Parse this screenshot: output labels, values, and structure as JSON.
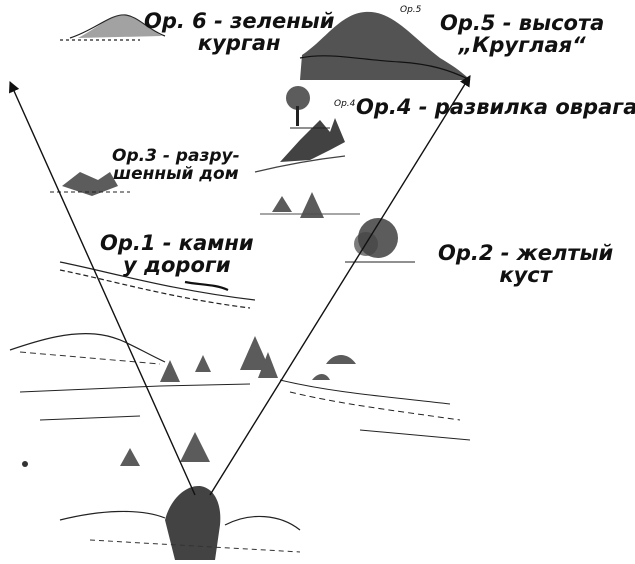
{
  "landmarks": [
    {
      "line1": "Ор. 6 - зеленый",
      "line2": "курган"
    },
    {
      "line1": "Ор.5 - высота",
      "line2": "Круглая"
    },
    {
      "line1": "Ор.4 - развилка оврага"
    },
    {
      "line1": "Ор.3 - разру-",
      "line2": "шенный дом"
    },
    {
      "line1": "Ор.1 - камни",
      "line2": "у дороги"
    },
    {
      "line1": "Ор.2 - желтый",
      "line2": "куст"
    }
  ],
  "small_marks": {
    "or5_mark": "Ор.5",
    "or4_mark": "Ор.4",
    "quote_open": "„",
    "quote_close": "“"
  },
  "colors": {
    "ink": "#111111",
    "paper": "#ffffff"
  }
}
